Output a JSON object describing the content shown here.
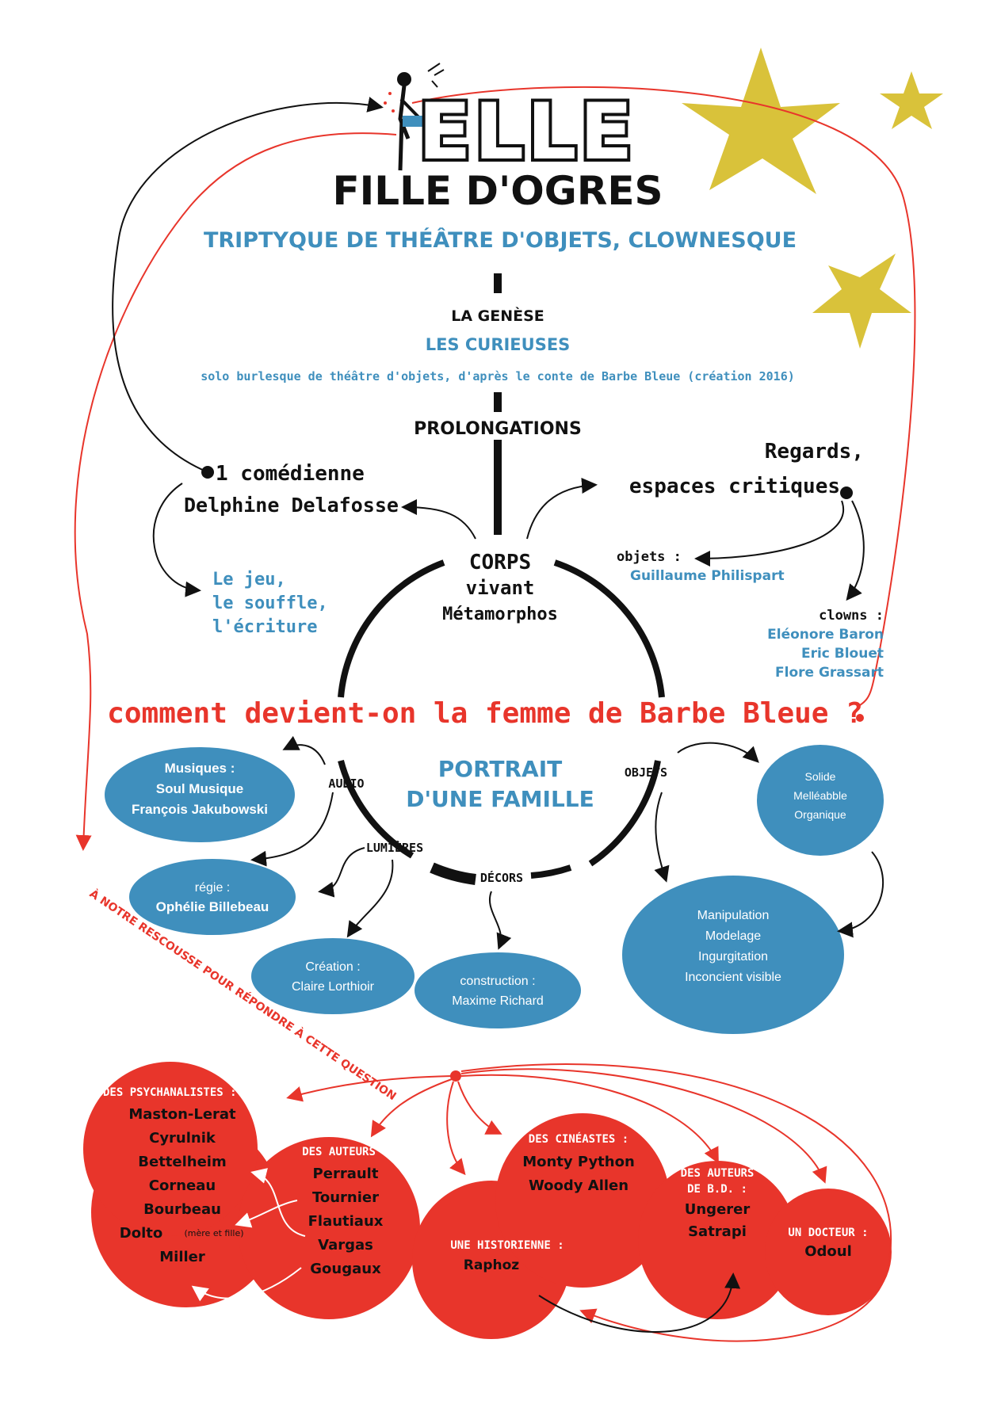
{
  "colors": {
    "blue": "#3f8fbd",
    "red": "#e8352b",
    "black": "#111111",
    "star": "#d9c23a",
    "white": "#ffffff"
  },
  "header": {
    "title_elle": "ELLE",
    "title_sub": "FILLE D'OGRES",
    "tagline": "TRIPTYQUE DE THÉÂTRE D'OBJETS, CLOWNESQUE"
  },
  "genese": {
    "label": "LA GENÈSE",
    "title": "LES CURIEUSES",
    "desc": "solo burlesque de théâtre d'objets, d'après le conte de Barbe Bleue (création 2016)"
  },
  "prolongations": "PROLONGATIONS",
  "left_branch": {
    "line1": "1 comédienne",
    "line2": "Delphine Delafosse",
    "items": [
      "Le jeu,",
      "le souffle,",
      "l'écriture"
    ]
  },
  "right_branch": {
    "line1": "Regards,",
    "line2": "espaces critiques",
    "objets_label": "objets :",
    "objets_name": "Guillaume Philispart",
    "clowns_label": "clowns :",
    "clowns_names": [
      "Eléonore Baron",
      "Eric Blouet",
      "Flore Grassart"
    ]
  },
  "circle": {
    "top": [
      "CORPS",
      "vivant",
      "Métamorphos"
    ],
    "center": [
      "PORTRAIT",
      "D'UNE FAMILLE"
    ],
    "audio": "AUDIO",
    "objets": "OBJETS",
    "lumieres": "LUMIÈRES",
    "decors": "DÉCORS"
  },
  "question": "comment devient-on la femme de Barbe Bleue ?",
  "bubbles": {
    "musiques": [
      "Musiques :",
      "Soul Musique",
      "François Jakubowski"
    ],
    "regie": [
      "régie :",
      "Ophélie Billebeau"
    ],
    "creation": [
      "Création :",
      "Claire Lorthioir"
    ],
    "construction": [
      "construction :",
      "Maxime Richard"
    ],
    "solide": [
      "Solide",
      "Melléabble",
      "Organique"
    ],
    "manip": [
      "Manipulation",
      "Modelage",
      "Ingurgitation",
      "Inconcient visible"
    ]
  },
  "rescue": "À NOTRE RESCOUSSE POUR RÉPONDRE  À CETTE QUESTION",
  "red_groups": {
    "psy_label": "DES PSYCHANALISTES :",
    "psy_names": [
      "Maston-Lerat",
      "Cyrulnik",
      "Bettelheim",
      "Corneau",
      "Bourbeau",
      "Dolto",
      "Miller"
    ],
    "psy_note": "(mère et fille)",
    "auteurs_label": "DES AUTEURS :",
    "auteurs_names": [
      "Perrault",
      "Tournier",
      "Flautiaux",
      "Vargas",
      "Gougaux"
    ],
    "cineastes_label": "DES CINÉASTES :",
    "cineastes_names": [
      "Monty Python",
      "Woody Allen"
    ],
    "historienne_label": "UNE HISTORIENNE :",
    "historienne_name": "Raphoz",
    "bd_label": "DES AUTEURS",
    "bd_label2": "DE B.D. :",
    "bd_names": [
      "Ungerer",
      "Satrapi"
    ],
    "docteur_label": "UN DOCTEUR :",
    "docteur_name": "Odoul"
  }
}
